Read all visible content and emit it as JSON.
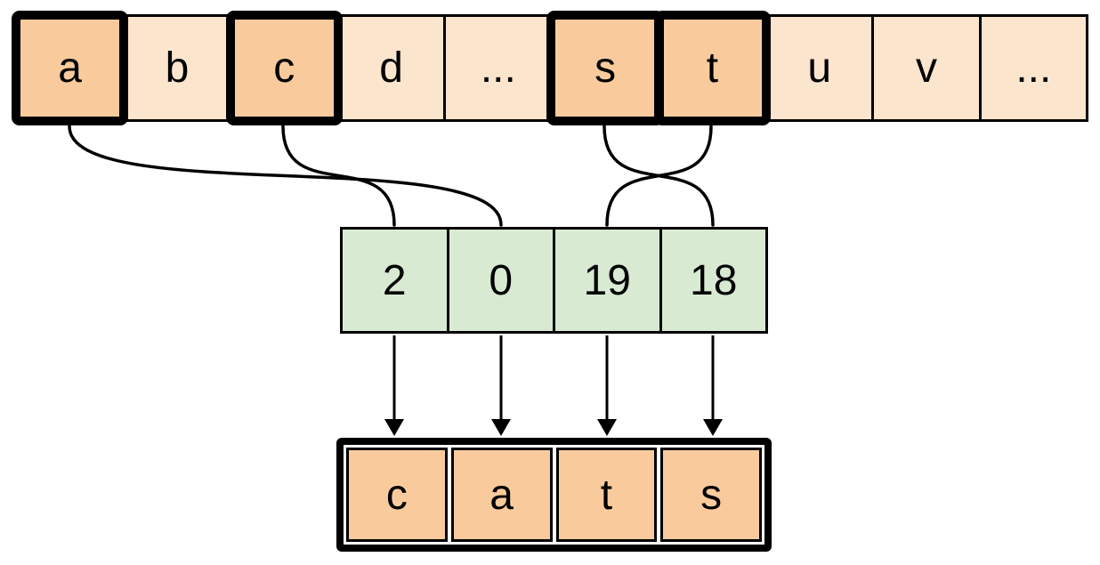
{
  "colors": {
    "background": "#ffffff",
    "cell_light": "#fce5cd",
    "cell_orange": "#f9cb9c",
    "cell_green": "#d9ead3",
    "line": "#000000"
  },
  "alphabet_row": {
    "cells": [
      {
        "label": "a",
        "highlighted": true
      },
      {
        "label": "b",
        "highlighted": false
      },
      {
        "label": "c",
        "highlighted": true
      },
      {
        "label": "d",
        "highlighted": false
      },
      {
        "label": "...",
        "highlighted": false
      },
      {
        "label": "s",
        "highlighted": true
      },
      {
        "label": "t",
        "highlighted": true
      },
      {
        "label": "u",
        "highlighted": false
      },
      {
        "label": "v",
        "highlighted": false
      },
      {
        "label": "...",
        "highlighted": false
      }
    ]
  },
  "index_row": {
    "cells": [
      {
        "label": "2"
      },
      {
        "label": "0"
      },
      {
        "label": "19"
      },
      {
        "label": "18"
      }
    ]
  },
  "output_row": {
    "cells": [
      {
        "label": "c"
      },
      {
        "label": "a"
      },
      {
        "label": "t"
      },
      {
        "label": "s"
      }
    ]
  },
  "connections": [
    {
      "from_letter": "a",
      "to_index": "0"
    },
    {
      "from_letter": "c",
      "to_index": "2"
    },
    {
      "from_letter": "s",
      "to_index": "18"
    },
    {
      "from_letter": "t",
      "to_index": "19"
    }
  ]
}
